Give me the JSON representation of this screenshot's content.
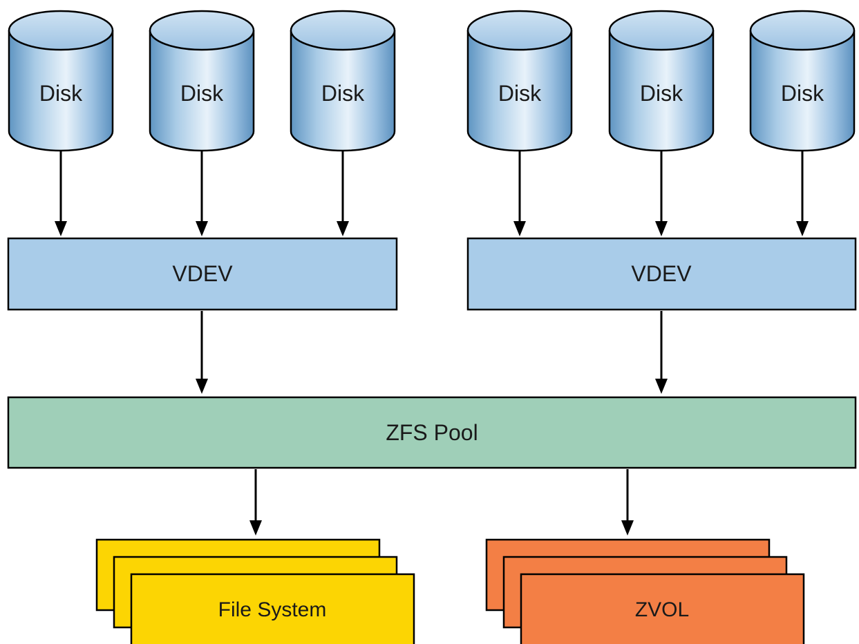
{
  "disks": [
    {
      "label": "Disk"
    },
    {
      "label": "Disk"
    },
    {
      "label": "Disk"
    },
    {
      "label": "Disk"
    },
    {
      "label": "Disk"
    },
    {
      "label": "Disk"
    }
  ],
  "vdevs": [
    {
      "label": "VDEV"
    },
    {
      "label": "VDEV"
    }
  ],
  "pool": {
    "label": "ZFS Pool"
  },
  "outputs": [
    {
      "label": "File System"
    },
    {
      "label": "ZVOL"
    }
  ],
  "colors": {
    "disk_top": "#b7d3ea",
    "disk_body_light": "#e6f1fa",
    "disk_body_dark": "#6fa3cc",
    "vdev_fill": "#a9cce9",
    "pool_fill": "#9fcfb8",
    "filesystem_fill": "#fcd503",
    "zvol_fill": "#f37f45",
    "stroke": "#000000"
  }
}
